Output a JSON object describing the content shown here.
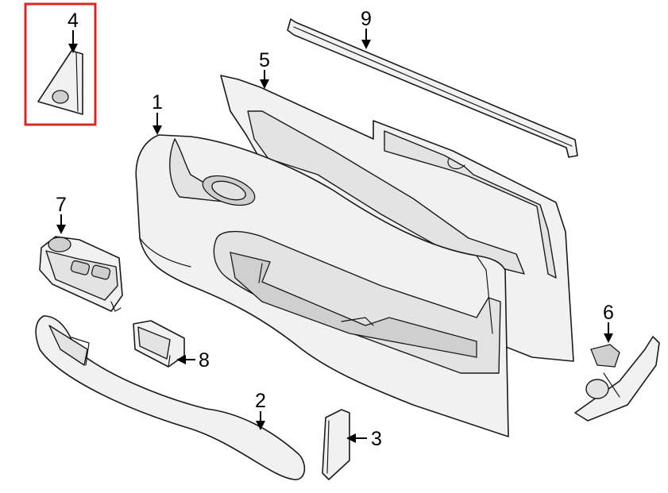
{
  "callouts": {
    "c1": "1",
    "c2": "2",
    "c3": "3",
    "c4": "4",
    "c5": "5",
    "c6": "6",
    "c7": "7",
    "c8": "8",
    "c9": "9"
  },
  "highlight": {
    "target": "4",
    "color": "#d42a2a"
  }
}
